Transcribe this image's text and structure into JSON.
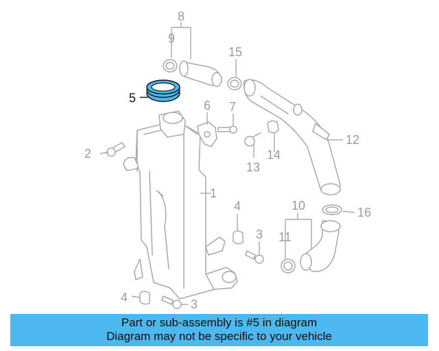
{
  "callouts": {
    "c1": "1",
    "c2": "2",
    "c3a": "3",
    "c3b": "3",
    "c4a": "4",
    "c4b": "4",
    "c5": "5",
    "c6": "6",
    "c7": "7",
    "c8": "8",
    "c9": "9",
    "c10": "10",
    "c11": "11",
    "c12": "12",
    "c13": "13",
    "c14": "14",
    "c15": "15",
    "c16": "16"
  },
  "highlight": {
    "part": "5",
    "color": "#4db8f0"
  },
  "colors": {
    "banner": "#4db8f0",
    "line_art": "#a8a8a8",
    "highlight_outline": "#111111"
  },
  "banner": {
    "line1": "Part or sub-assembly is #5 in diagram",
    "line2": "Diagram may not be specific to your vehicle"
  }
}
